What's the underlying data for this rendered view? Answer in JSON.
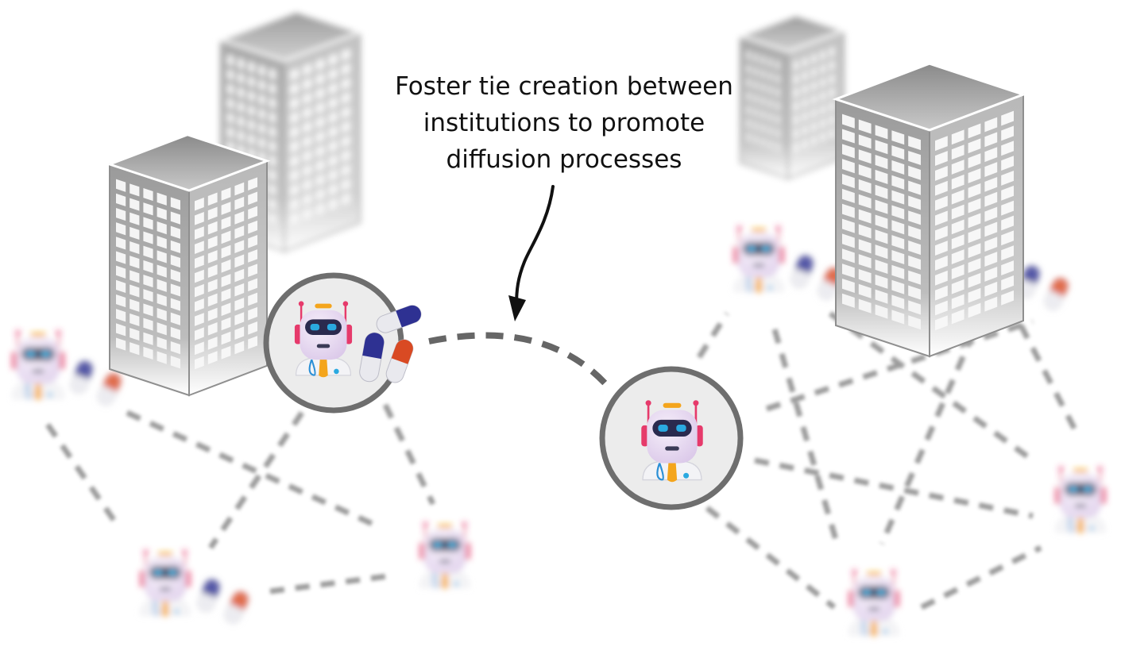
{
  "annotation": {
    "lines": [
      "Foster tie creation between",
      "institutions to promote",
      "diffusion processes"
    ]
  },
  "icons": {
    "building": "office-building-icon",
    "agent": "doctor-robot-icon",
    "medicine": "pill-capsule-icon",
    "arrow": "curved-arrow-icon"
  },
  "colors": {
    "building": "#9e9e9e",
    "edge": "#6b6b6b",
    "highlight_ring": "#6e6e6e",
    "robot_head": "#ece0f4",
    "robot_visor": "#2a2a4e",
    "robot_eye": "#2aa9e0",
    "antenna": "#e63a6b",
    "tie": "#f4a51c",
    "pill_blue": "#2e3192",
    "pill_red": "#d94a23"
  }
}
